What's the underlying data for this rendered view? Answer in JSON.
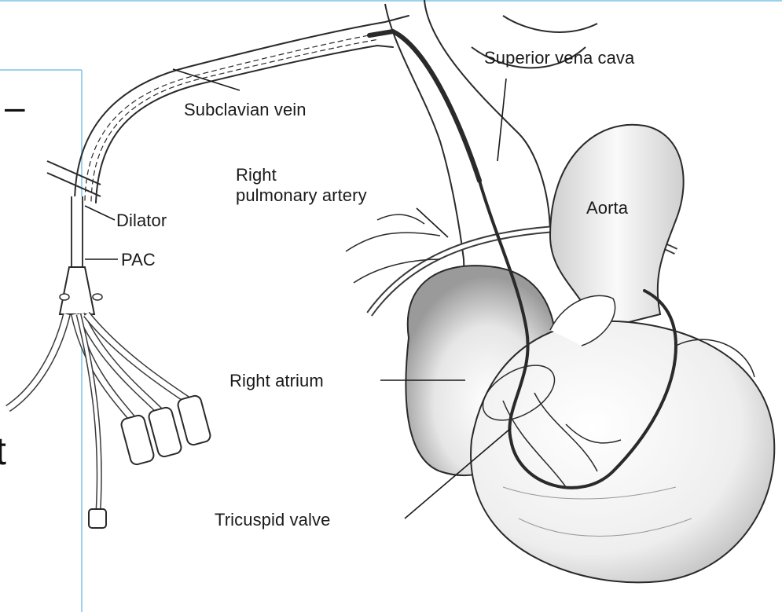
{
  "diagram": {
    "labels": {
      "subclavian_vein": "Subclavian vein",
      "superior_vena_cava": "Superior vena cava",
      "right_pulmonary_artery": "Right\npulmonary artery",
      "aorta": "Aorta",
      "dilator": "Dilator",
      "pac": "PAC",
      "right_atrium": "Right atrium",
      "tricuspid_valve": "Tricuspid valve"
    },
    "slide_fragments": {
      "dash": "–",
      "partial_glyph": "t"
    }
  },
  "colors": {
    "frame_line": "#7fc4e6",
    "ink": "#2a2a2a",
    "shade": "#8a8a8a",
    "background": "#ffffff"
  }
}
